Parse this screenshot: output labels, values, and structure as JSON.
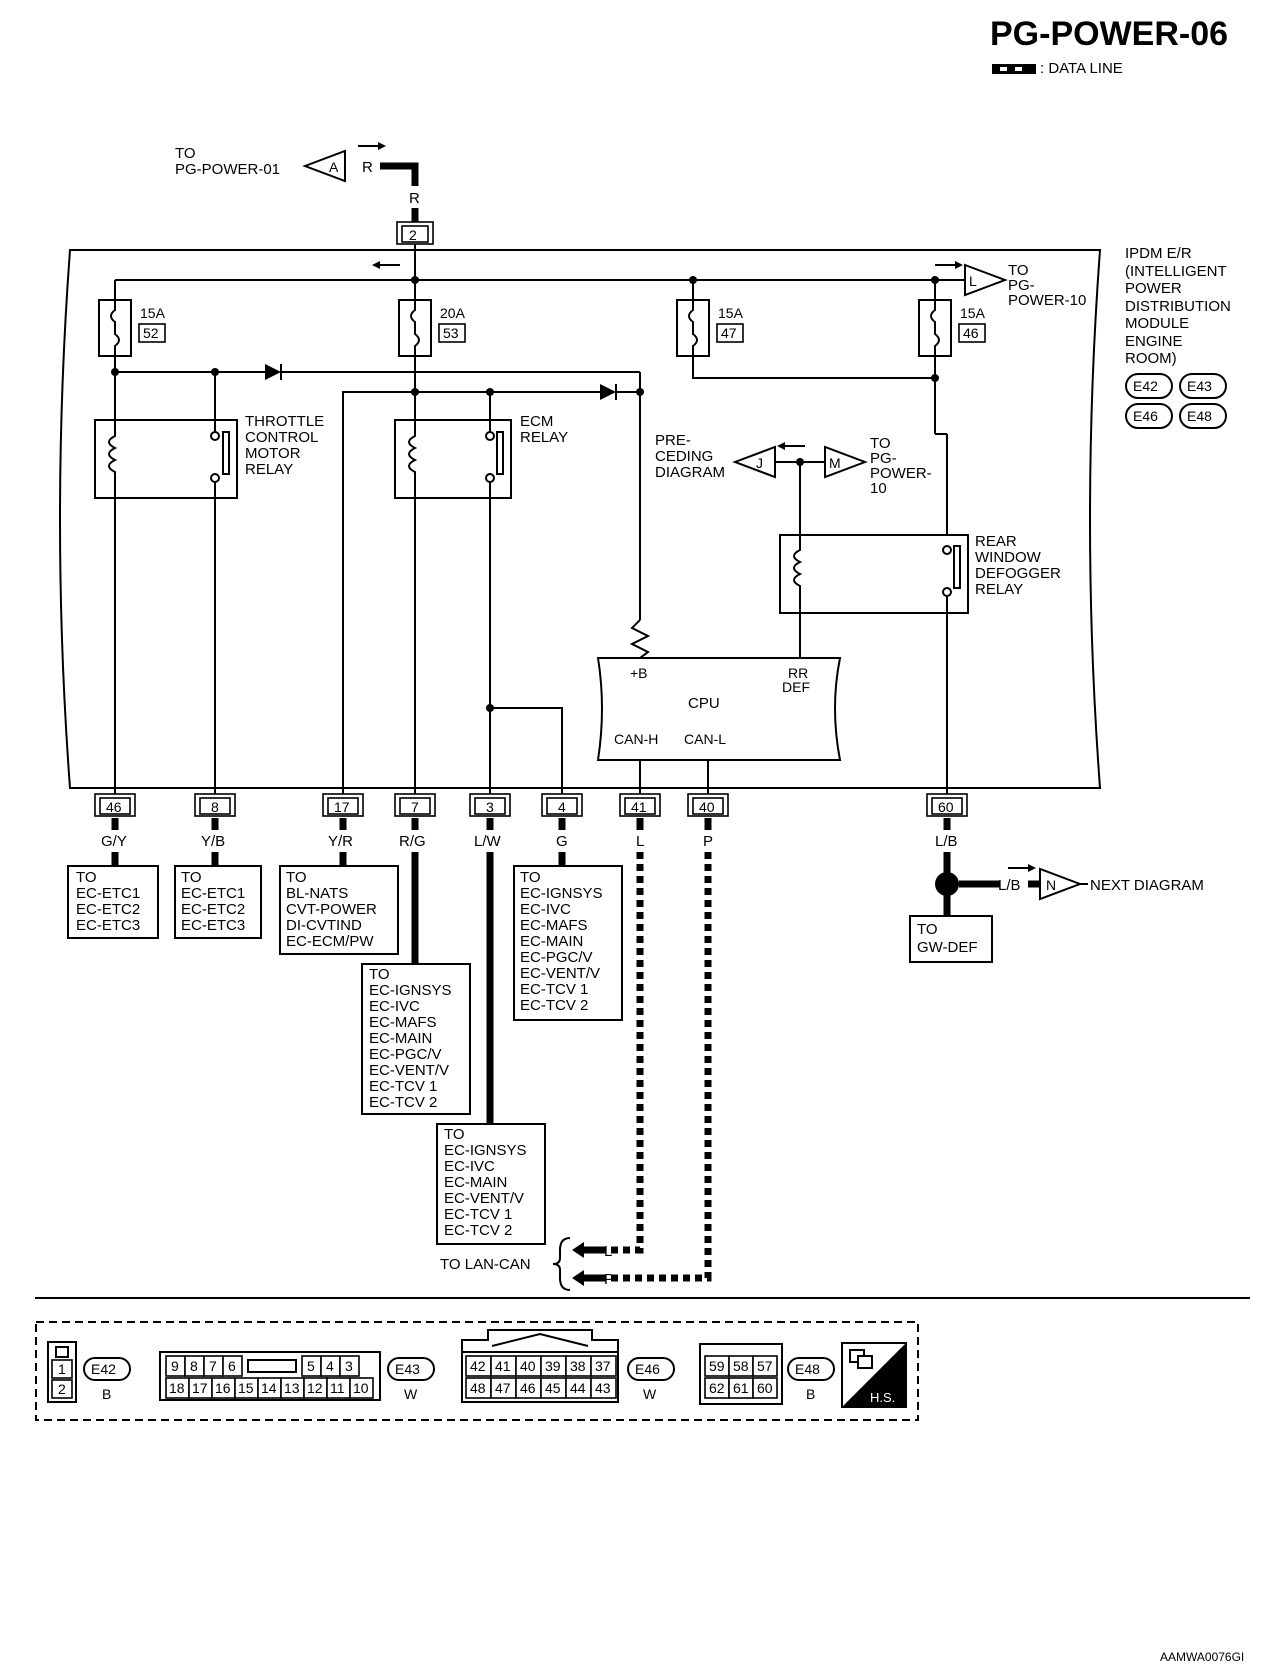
{
  "header": {
    "title": "PG-POWER-06",
    "legend": ": DATA LINE"
  },
  "top": {
    "to_label": [
      "TO",
      "PG-POWER-01"
    ],
    "connector_a": "A",
    "wire_r": "R",
    "wire_r2": "R",
    "pin_2": "2"
  },
  "ipdm": {
    "label": [
      "IPDM E/R",
      "(INTELLIGENT",
      "POWER",
      "DISTRIBUTION",
      "MODULE",
      "ENGINE",
      "ROOM)"
    ],
    "connectors": [
      "E42",
      "E43",
      "E46",
      "E48"
    ]
  },
  "to_pg_power_10": {
    "connector": "L",
    "label": [
      "TO",
      "PG-",
      "POWER-10"
    ]
  },
  "fuses": [
    {
      "amp": "15A",
      "num": "52"
    },
    {
      "amp": "20A",
      "num": "53"
    },
    {
      "amp": "15A",
      "num": "47"
    },
    {
      "amp": "15A",
      "num": "46"
    }
  ],
  "relays": {
    "throttle": [
      "THROTTLE",
      "CONTROL",
      "MOTOR",
      "RELAY"
    ],
    "ecm": [
      "ECM",
      "RELAY"
    ],
    "rear": [
      "REAR",
      "WINDOW",
      "DEFOGGER",
      "RELAY"
    ]
  },
  "preceding": {
    "label": [
      "PRE-",
      "CEDING",
      "DIAGRAM"
    ],
    "connector": "J"
  },
  "to_pg_power_10b": {
    "connector": "M",
    "label": [
      "TO",
      "PG-",
      "POWER-",
      "10"
    ]
  },
  "cpu": {
    "label": "CPU",
    "plus_b": "+B",
    "rr_def": [
      "RR",
      "DEF"
    ],
    "can_h": "CAN-H",
    "can_l": "CAN-L"
  },
  "bottom_pins": [
    {
      "pin": "46",
      "wire": "G/Y"
    },
    {
      "pin": "8",
      "wire": "Y/B"
    },
    {
      "pin": "17",
      "wire": "Y/R"
    },
    {
      "pin": "7",
      "wire": "R/G"
    },
    {
      "pin": "3",
      "wire": "L/W"
    },
    {
      "pin": "4",
      "wire": "G"
    },
    {
      "pin": "41",
      "wire": "L"
    },
    {
      "pin": "40",
      "wire": "P"
    },
    {
      "pin": "60",
      "wire": "L/B"
    }
  ],
  "dest_boxes": {
    "gy": [
      "TO",
      "EC-ETC1",
      "EC-ETC2",
      "EC-ETC3"
    ],
    "yb": [
      "TO",
      "EC-ETC1",
      "EC-ETC2",
      "EC-ETC3"
    ],
    "yr": [
      "TO",
      "BL-NATS",
      "CVT-POWER",
      "DI-CVTIND",
      "EC-ECM/PW"
    ],
    "rg": [
      "TO",
      "EC-IGNSYS",
      "EC-IVC",
      "EC-MAFS",
      "EC-MAIN",
      "EC-PGC/V",
      "EC-VENT/V",
      "EC-TCV 1",
      "EC-TCV 2"
    ],
    "g": [
      "TO",
      "EC-IGNSYS",
      "EC-IVC",
      "EC-MAFS",
      "EC-MAIN",
      "EC-PGC/V",
      "EC-VENT/V",
      "EC-TCV 1",
      "EC-TCV 2"
    ],
    "lw": [
      "TO",
      "EC-IGNSYS",
      "EC-IVC",
      "EC-MAIN",
      "EC-VENT/V",
      "EC-TCV 1",
      "EC-TCV 2"
    ],
    "gw": [
      "TO",
      "GW-DEF"
    ]
  },
  "next": {
    "wire": "L/B",
    "connector": "N",
    "label": "NEXT DIAGRAM"
  },
  "lan": {
    "label": "TO LAN-CAN",
    "l": "L",
    "p": "P"
  },
  "connectors": {
    "e42": {
      "name": "E42",
      "color": "B",
      "pins": [
        "1",
        "2"
      ]
    },
    "e43": {
      "name": "E43",
      "color": "W",
      "top": [
        "9",
        "8",
        "7",
        "6",
        "5",
        "4",
        "3"
      ],
      "bottom": [
        "18",
        "17",
        "16",
        "15",
        "14",
        "13",
        "12",
        "11",
        "10"
      ]
    },
    "e46": {
      "name": "E46",
      "color": "W",
      "top": [
        "42",
        "41",
        "40",
        "39",
        "38",
        "37"
      ],
      "bottom": [
        "48",
        "47",
        "46",
        "45",
        "44",
        "43"
      ]
    },
    "e48": {
      "name": "E48",
      "color": "B",
      "top": [
        "59",
        "58",
        "57"
      ],
      "bottom": [
        "62",
        "61",
        "60"
      ]
    },
    "hs": "H.S."
  },
  "footer_code": "AAMWA0076GI"
}
